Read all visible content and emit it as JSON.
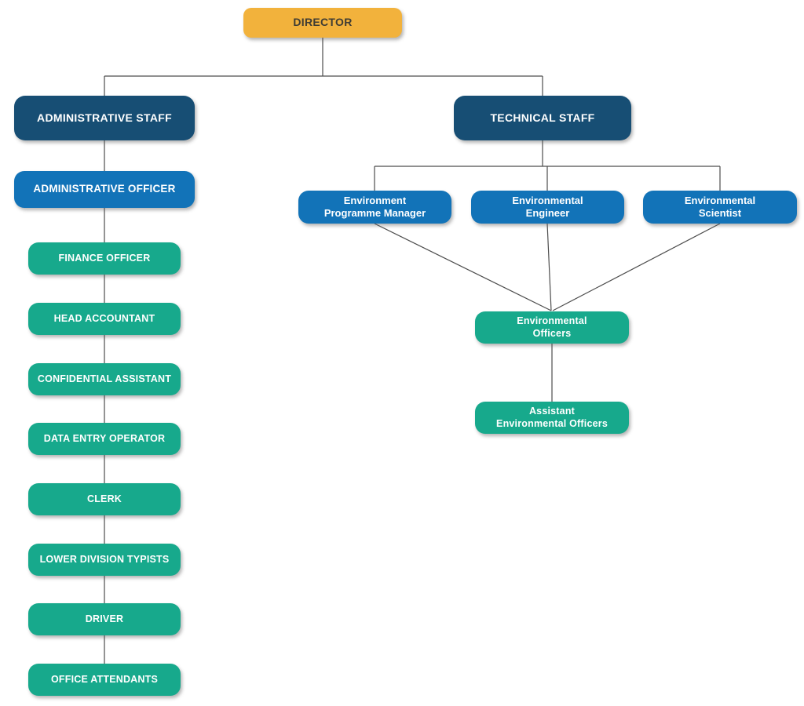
{
  "org": {
    "director": {
      "label": "DIRECTOR"
    },
    "administrative": {
      "head": {
        "label": "ADMINISTRATIVE STAFF"
      },
      "officer": {
        "label": "ADMINISTRATIVE OFFICER"
      },
      "chain": [
        "FINANCE OFFICER",
        "HEAD ACCOUNTANT",
        "CONFIDENTIAL ASSISTANT",
        "DATA ENTRY OPERATOR",
        "CLERK",
        "LOWER DIVISION TYPISTS",
        "DRIVER",
        "OFFICE ATTENDANTS"
      ]
    },
    "technical": {
      "head": {
        "label": "TECHNICAL STAFF"
      },
      "roles": [
        "Environment\nProgramme Manager",
        "Environmental\nEngineer",
        "Environmental\nScientist"
      ],
      "officers": {
        "label": "Environmental\nOfficers"
      },
      "assistant_officers": {
        "label": "Assistant\nEnvironmental Officers"
      }
    }
  },
  "colors": {
    "director_fill": "#F2B23C",
    "director_text": "#3F3C34",
    "staff_header_fill": "#174E74",
    "officer_fill": "#1273B8",
    "teal_fill": "#17A98C",
    "box_text": "#FFFFFF",
    "connector": "#4D4D4D"
  }
}
